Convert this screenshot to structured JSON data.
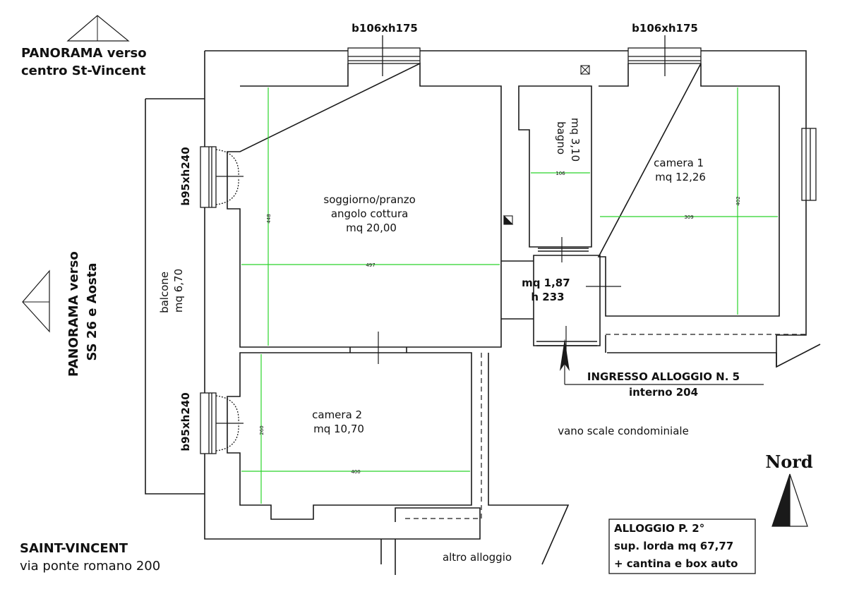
{
  "panorama_north": {
    "line1": "PANORAMA verso",
    "line2": "centro  St-Vincent"
  },
  "panorama_west": {
    "line1": "PANORAMA verso",
    "line2": "SS 26 e Aosta"
  },
  "address": {
    "line1": "SAINT-VINCENT",
    "line2": "via ponte romano 200"
  },
  "windows": {
    "north_left": "b106xh175",
    "north_right": "b106xh175",
    "west_top": "b95xh240",
    "west_bottom": "b95xh240"
  },
  "rooms": {
    "living": {
      "line1": "soggiorno/pranzo",
      "line2": "angolo cottura",
      "line3": "mq 20,00"
    },
    "bathroom": {
      "line1": "bagno",
      "line2": "mq 3,10"
    },
    "bedroom1": {
      "line1": "camera 1",
      "line2": "mq 12,26"
    },
    "bedroom2": {
      "line1": "camera 2",
      "line2": "mq 10,70"
    },
    "hall": {
      "line1": "mq 1,87",
      "line2": "h 233"
    },
    "balcony": {
      "line1": "balcone",
      "line2": "mq 6,70"
    },
    "stairs": {
      "line1": "vano scale condominiale"
    },
    "other": {
      "line1": "altro alloggio"
    }
  },
  "dimensions": {
    "living_width": "497",
    "living_depth": "448",
    "bath_width": "106",
    "bed1_width": "309",
    "bed1_depth": "402",
    "bed2_width": "400",
    "bed2_depth": "260"
  },
  "entrance": {
    "line1": "INGRESSO ALLOGGIO N. 5",
    "line2": "interno 204"
  },
  "compass": {
    "label": "Nord"
  },
  "summary": {
    "line1": "ALLOGGIO P. 2°",
    "line2": "sup. lorda mq 67,77",
    "line3": "+ cantina e box auto"
  },
  "colors": {
    "wall": "#1a1a1a",
    "dimension": "#2bd42b"
  }
}
